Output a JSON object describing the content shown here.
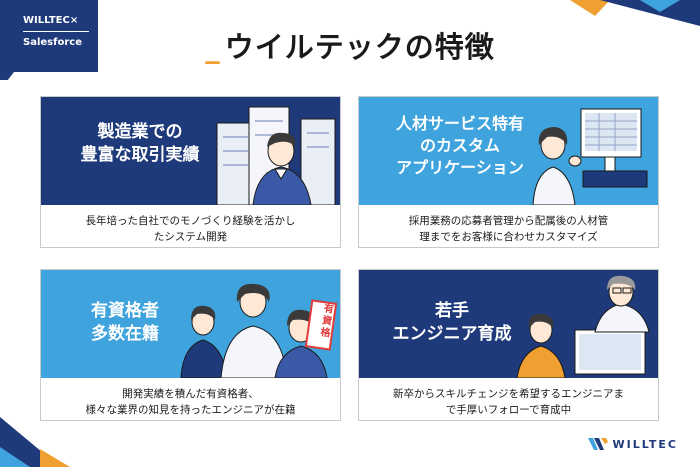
{
  "badge": {
    "line1": "WILLTEC×",
    "line2": "Salesforce"
  },
  "title": {
    "mark": "_",
    "text": "ウイルテックの特徴"
  },
  "cards": [
    {
      "heading": [
        "製造業での",
        "豊富な取引実績"
      ],
      "desc": [
        "長年培った自社でのモノづくり経験を活かし",
        "たシステム開発"
      ]
    },
    {
      "heading": [
        "人材サービス特有",
        "のカスタム",
        "アプリケーション"
      ],
      "desc": [
        "採用業務の応募者管理から配属後の人材管",
        "理までをお客様に合わせカスタマイズ"
      ]
    },
    {
      "heading": [
        "有資格者",
        "多数在籍"
      ],
      "desc": [
        "開発実績を積んだ有資格者、",
        "様々な業界の知見を持ったエンジニアが在籍"
      ],
      "sign": [
        "有",
        "資",
        "格"
      ]
    },
    {
      "heading": [
        "若手",
        "エンジニア育成"
      ],
      "desc": [
        "新卒からスキルチェンジを希望するエンジニアま",
        "で手厚いフォローで育成中"
      ]
    }
  ],
  "footer": {
    "logo_text": "WILLTEC"
  },
  "colors": {
    "navy": "#1f3a7a",
    "sky": "#3fa3dd",
    "accent": "#f0a030"
  }
}
